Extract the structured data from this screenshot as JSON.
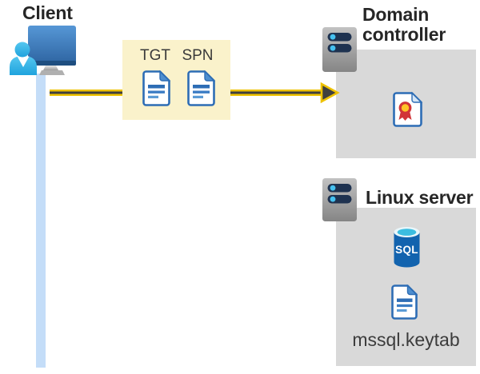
{
  "client": {
    "label": "Client"
  },
  "tickets": {
    "tgt_label": "TGT",
    "spn_label": "SPN"
  },
  "domain_controller": {
    "label": "Domain controller"
  },
  "linux_server": {
    "label": "Linux server",
    "keytab_label": "mssql.keytab"
  },
  "sql_icon": {
    "label": "SQL"
  },
  "icons": {
    "client": "person-at-monitor-icon",
    "domain_controller": "server-tower-icon",
    "linux_server": "server-tower-icon",
    "tgt": "document-icon",
    "spn": "document-icon",
    "certificate": "certificate-icon",
    "database": "sql-database-icon",
    "keytab": "document-icon",
    "arrow": "yellow-right-arrow"
  },
  "colors": {
    "panel_gray": "#D9D9D9",
    "ticket_box_yellow": "#FAF2CB",
    "arrow_yellow": "#EEC200",
    "arrow_core_dark": "#3F3F3F",
    "timeline_blue": "#C4DDF8",
    "doc_border_blue": "#2D6DB5",
    "doc_fold_blue": "#4E8FD0",
    "sql_body_blue": "#1263AE",
    "sql_top_teal": "#3BBDE0",
    "cert_ribbon_red": "#D13438",
    "cert_seal_yellow": "#FFC428",
    "server_slot_navy": "#1E3250",
    "server_led_blue": "#45C1F0",
    "title_text": "#262626",
    "label_text": "#3A3A3A"
  }
}
